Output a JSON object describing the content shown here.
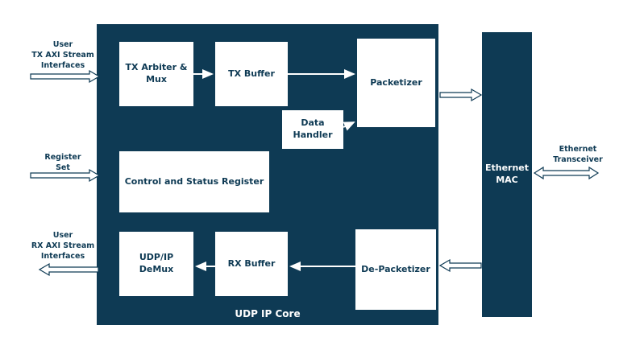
{
  "title": "UDP IP Core Block Diagram",
  "colors": {
    "primary": "#0e3a54",
    "box_background": "#ffffff",
    "box_text": "#0e3a54",
    "core_text": "#ffffff"
  },
  "core": {
    "label": "UDP IP Core"
  },
  "blocks": {
    "tx_arbiter_mux": "TX Arbiter &\nMux",
    "tx_buffer": "TX Buffer",
    "packetizer": "Packetizer",
    "data_handler": "Data\nHandler",
    "control_status_register": "Control and Status Register",
    "udp_ip_demux": "UDP/IP\nDeMux",
    "rx_buffer": "RX Buffer",
    "de_packetizer": "De-Packetizer",
    "ethernet_mac": "Ethernet\nMAC"
  },
  "external": {
    "user_tx": "User\nTX AXI Stream\nInterfaces",
    "register_set": "Register\nSet",
    "user_rx": "User\nRX AXI Stream\nInterfaces",
    "ethernet_transceiver": "Ethernet\nTransceiver"
  }
}
